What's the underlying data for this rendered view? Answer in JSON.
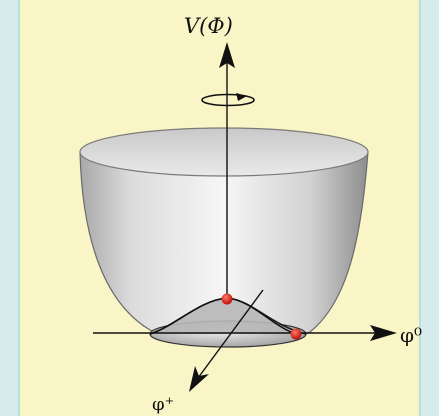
{
  "diagram": {
    "vertical_axis_label": "V(Φ)",
    "horizontal_axis_label": "φ⁰",
    "diagonal_axis_label": "φ⁺",
    "colors": {
      "background_outer": "#d6ebeb",
      "background_panel": "#faf5c6",
      "bowl_light": "#f4f4f4",
      "bowl_dark": "#8c8c8c",
      "axis": "#111111",
      "marker": "#e0201c"
    },
    "icons": [
      "rotation-arrow-icon"
    ],
    "markers": [
      "unstable-maximum-point",
      "vacuum-minimum-point"
    ]
  }
}
